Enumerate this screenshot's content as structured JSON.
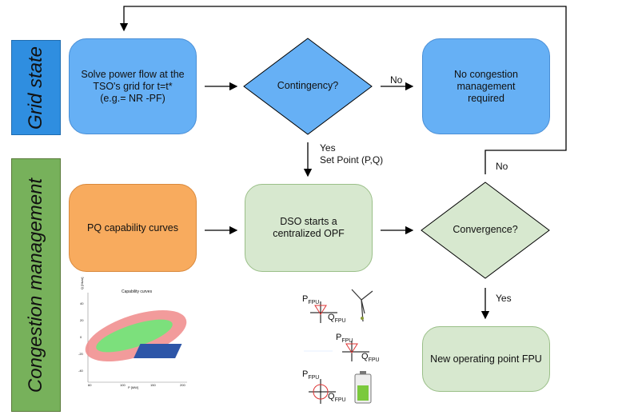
{
  "sections": {
    "grid_state": "Grid state",
    "congestion_management": "Congestion management"
  },
  "nodes": {
    "solve": "Solve  power flow at the TSO's grid  for t=t*  (e.g.= NR -PF)",
    "contingency": "Contingency?",
    "no_congestion": "No congestion management required",
    "pq_curves": "PQ capability curves",
    "dso_opf": "DSO starts a centralized OPF",
    "convergence": "Convergence?",
    "new_point": "New operating point FPU"
  },
  "edges": {
    "no_1": "No",
    "yes_1": "Yes",
    "set_point": "Set Point  (P,Q)",
    "no_2": "No",
    "yes_2": "Yes"
  },
  "mini_chart": {
    "title": "Capability curves",
    "ylabel": "Q [Mvar]",
    "xlabel": "P [MW]",
    "yticks": [
      "40",
      "20",
      "0",
      "-20",
      "-40"
    ],
    "xticks": [
      "60",
      "100",
      "150",
      "200"
    ]
  },
  "device_labels": {
    "p_fpu": "P",
    "q_fpu": "Q",
    "sub": "FPU"
  },
  "colors": {
    "blue": "#66b0f5",
    "green": "#d7e8cf",
    "orange": "#f8ab5e",
    "side_blue": "#2f8ee0",
    "side_green": "#77b15b"
  }
}
